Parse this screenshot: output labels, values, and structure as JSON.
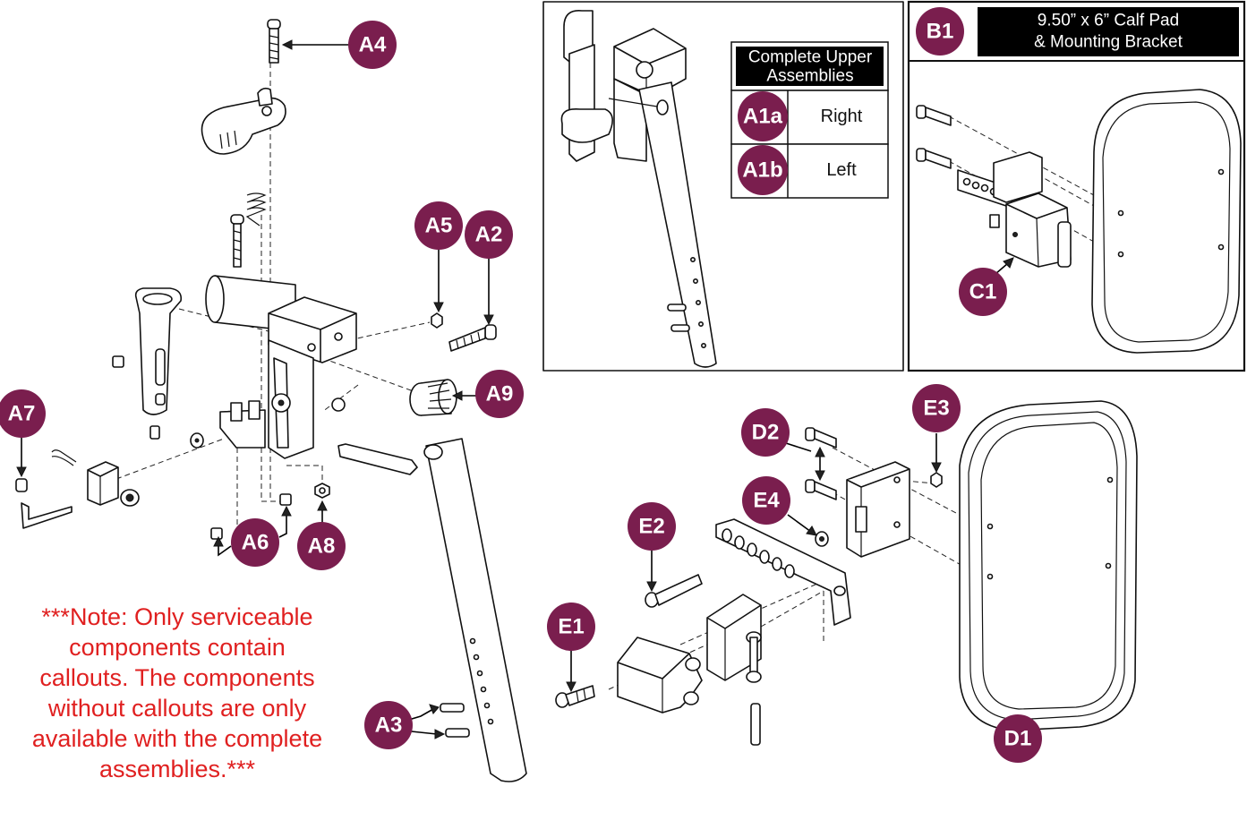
{
  "callouts": {
    "A4": "A4",
    "A5": "A5",
    "A2": "A2",
    "A9": "A9",
    "A7": "A7",
    "A6": "A6",
    "A8": "A8",
    "A3": "A3",
    "A1a": "A1a",
    "A1b": "A1b",
    "B1": "B1",
    "C1": "C1",
    "D1": "D1",
    "D2": "D2",
    "E1": "E1",
    "E2": "E2",
    "E3": "E3",
    "E4": "E4"
  },
  "upper_table": {
    "header_line1": "Complete Upper",
    "header_line2": "Assemblies",
    "rows": [
      {
        "code": "A1a",
        "label": "Right"
      },
      {
        "code": "A1b",
        "label": "Left"
      }
    ]
  },
  "calf_header": {
    "line1": "9.50” x 6” Calf Pad",
    "line2": "& Mounting Bracket"
  },
  "note": "***Note: Only serviceable\ncomponents contain\ncallouts. The components\nwithout callouts are only\navailable with the complete\nassemblies.***",
  "colors": {
    "callout": "#7a1e4e",
    "note": "#e02020",
    "header_bg": "#000000"
  }
}
